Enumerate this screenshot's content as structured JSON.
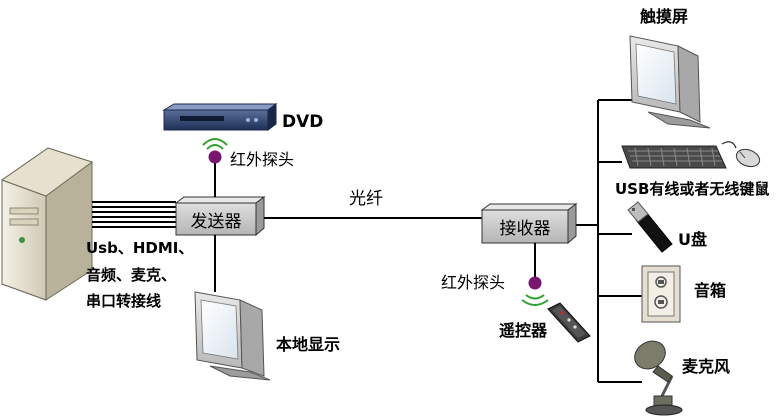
{
  "diagram": {
    "sender_label": "发送器",
    "receiver_label": "接收器",
    "fiber_label": "光纤",
    "dvd_label": "DVD",
    "ir_probe_sender_label": "红外探头",
    "ir_probe_receiver_label": "红外探头",
    "remote_label": "遥控器",
    "local_display_label": "本地显示",
    "interfaces_label_line1": "Usb、HDMI、",
    "interfaces_label_line2": "音频、麦克、",
    "interfaces_label_line3": "串口转接线",
    "touchscreen_label": "触摸屏",
    "keyboard_mouse_label": "USB有线或者无线键鼠",
    "usb_drive_label": "U盘",
    "speaker_label": "音箱",
    "microphone_label": "麦克风",
    "colors": {
      "line": "#000000",
      "box_fill": "#c9c9c9",
      "probe": "#7a1570",
      "wave": "#2fa12f"
    }
  }
}
